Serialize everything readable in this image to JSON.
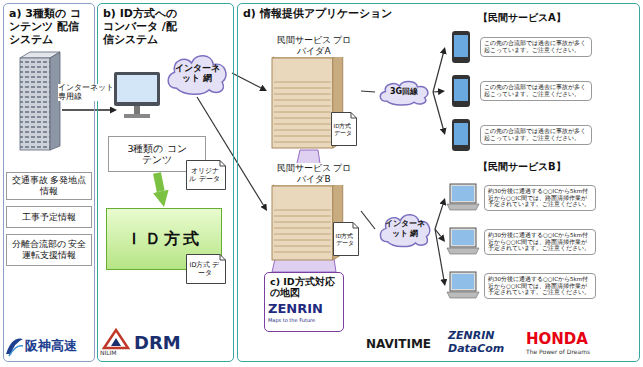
{
  "diagram": {
    "nodes": [
      {
        "text": [
          "a) 3種類の コンテンツ 配信システム"
        ]
      },
      {
        "text": [
          "交通事故 多発地点情報"
        ],
        "in": 0
      },
      {
        "text": [
          "工事予定情報"
        ],
        "in": 0
      },
      {
        "text": [
          "分離合流部の 安全運転支援情報"
        ],
        "in": 0
      },
      {
        "text": [
          "b) ID方式への コンバータ /配信システム"
        ]
      },
      {
        "text": [
          "3種類の コンテンツ"
        ],
        "in": 4
      },
      {
        "text": [
          "オリジナル データ"
        ],
        "in": 4
      },
      {
        "text": [
          "ＩＤ方式"
        ],
        "in": 4
      },
      {
        "text": [
          "ID方式 データ"
        ],
        "in": 4
      },
      {
        "text": [
          "インターネット 網"
        ]
      },
      {
        "text": [
          "d) 情報提供アプリケーション"
        ]
      },
      {
        "text": [
          "民間サービス プロバイダA"
        ],
        "in": 10
      },
      {
        "text": [
          "ID方式 データ"
        ],
        "in": 11
      },
      {
        "text": [
          "3G回線"
        ],
        "in": 10
      },
      {
        "text": [
          "この先の合流部では過去に事故が多く起こっています。ご注意ください。"
        ],
        "in": 10
      },
      {
        "text": [
          "この先の合流部では過去に事故が多く起こっています。ご注意ください。"
        ],
        "in": 10
      },
      {
        "text": [
          "この先の合流部では過去に事故が多く起こっています。ご注意ください。"
        ],
        "in": 10
      },
      {
        "text": [
          "民間サービス プロバイダB"
        ],
        "in": 10
      },
      {
        "text": [
          "ID方式 データ"
        ],
        "in": 17
      },
      {
        "text": [
          "インターネット 網"
        ],
        "in": 10
      },
      {
        "text": [
          "約30分後に通過する○○ICから5km付近から○○IC間では、路面清掃作業が予定されています。ご注意ください。"
        ],
        "in": 10
      },
      {
        "text": [
          "約30分後に通過する○○ICから5km付近から○○IC間では、路面清掃作業が予定されています。ご注意ください。"
        ],
        "in": 10
      },
      {
        "text": [
          "約30分後に通過する○○ICから5km付近から○○IC間では、路面清掃作業が予定されています。ご注意ください。"
        ],
        "in": 10
      },
      {
        "text": [
          "c) ID方式対応 の地図"
        ],
        "in": 10
      }
    ],
    "edges": [
      {
        "from": 5,
        "to": 7,
        "arrow": "to"
      },
      {
        "from": 9,
        "to": 11,
        "arrow": "to"
      },
      {
        "from": 9,
        "to": 17,
        "arrow": "to"
      },
      {
        "from": 11,
        "to": 13,
        "arrow": "none"
      },
      {
        "from": 13,
        "to": 14,
        "arrow": "to"
      },
      {
        "from": 13,
        "to": 15,
        "arrow": "to"
      },
      {
        "from": 13,
        "to": 16,
        "arrow": "to"
      },
      {
        "from": 17,
        "to": 19,
        "arrow": "none"
      },
      {
        "from": 19,
        "to": 20,
        "arrow": "to"
      },
      {
        "from": 19,
        "to": 21,
        "arrow": "to"
      },
      {
        "from": 19,
        "to": 22,
        "arrow": "to"
      }
    ],
    "labels": [
      "インターネット 専用線",
      "阪神高速",
      "NILIM",
      "DRM",
      "【民間サービスA】",
      "【民間サービスB】",
      "ZENRIN",
      "Maps to the Future",
      "NAVITIME",
      "ZENRIN DataCom",
      "HONDA",
      "The Power of Dreams"
    ]
  }
}
